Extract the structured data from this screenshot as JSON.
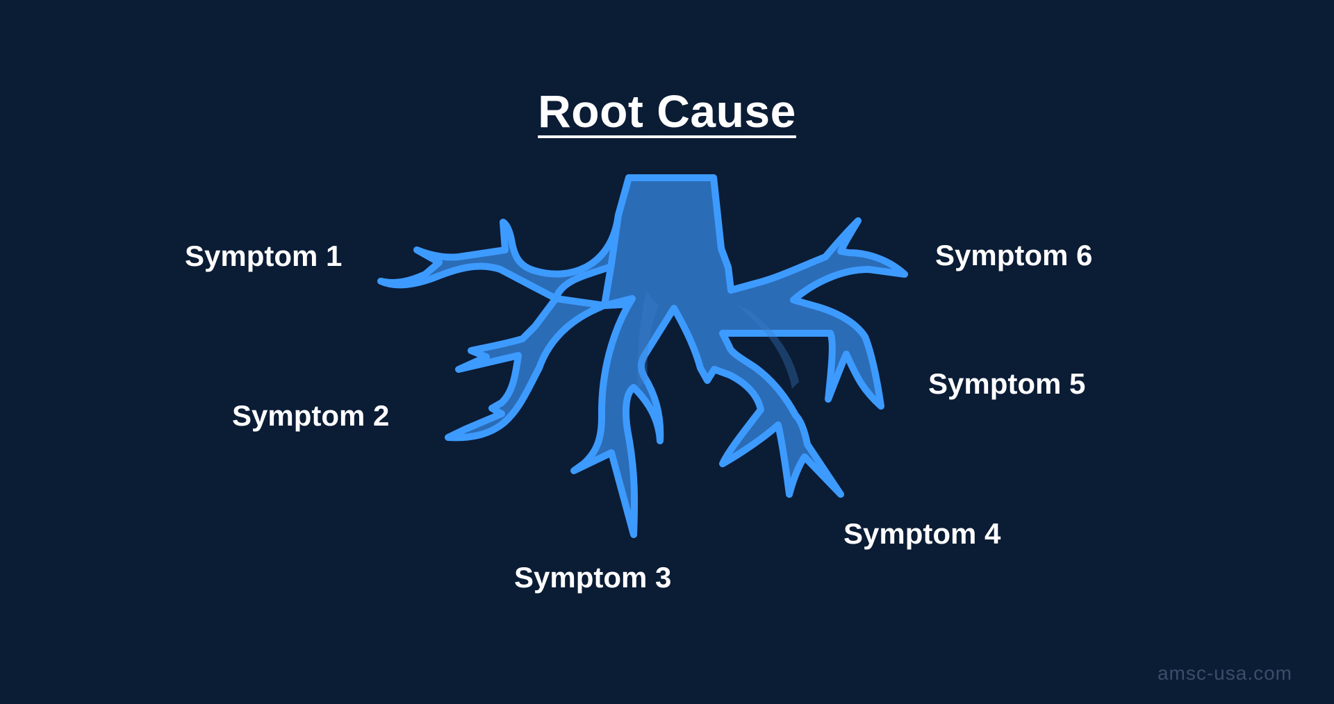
{
  "title": "Root Cause",
  "symptoms": [
    "Symptom 1",
    "Symptom 2",
    "Symptom 3",
    "Symptom 4",
    "Symptom 5",
    "Symptom 6"
  ],
  "watermark": "amsc-usa.com",
  "colors": {
    "background": "#0b1c35",
    "root_fill": "#2b6cb6",
    "root_outline": "#3d9bff",
    "text": "#ffffff"
  }
}
